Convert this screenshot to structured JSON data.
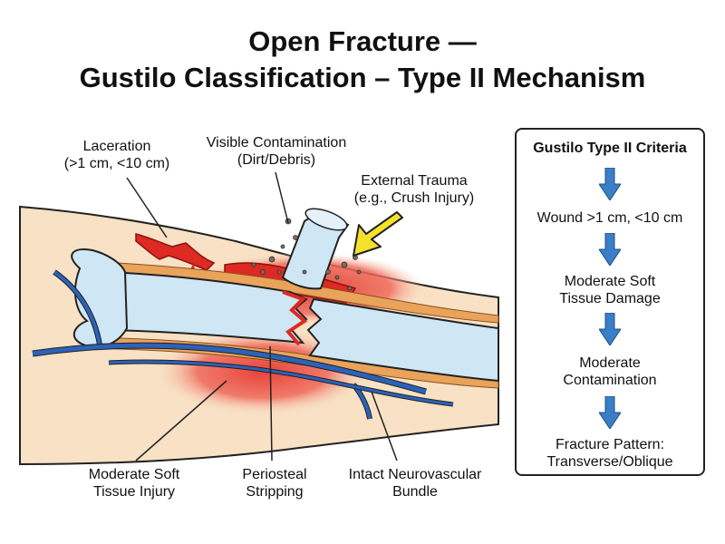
{
  "title": {
    "line1": "Open Fracture —",
    "line2": "Gustilo Classification – Type II Mechanism"
  },
  "labels": {
    "laceration": [
      "Laceration",
      "(>1 cm, <10 cm)"
    ],
    "contamination": [
      "Visible Contamination",
      "(Dirt/Debris)"
    ],
    "trauma": [
      "External Trauma",
      "(e.g., Crush Injury)"
    ],
    "soft_tissue": [
      "Moderate Soft",
      "Tissue Injury"
    ],
    "periosteal": [
      "Periosteal",
      "Stripping"
    ],
    "neurovascular": [
      "Intact Neurovascular",
      "Bundle"
    ]
  },
  "criteria": {
    "title": "Gustilo Type II Criteria",
    "steps": [
      [
        "Wound >1 cm, <10 cm"
      ],
      [
        "Moderate Soft",
        "Tissue Damage"
      ],
      [
        "Moderate",
        "Contamination"
      ],
      [
        "Fracture Pattern:",
        "Transverse/Oblique"
      ]
    ]
  },
  "colors": {
    "skin": "#f8e1c4",
    "bone": "#cfe6f4",
    "blood": "#dd2a22",
    "hematoma": "#f28c7d",
    "vessel": "#2c62b8",
    "periosteum": "#e9a35a",
    "trauma_arrow": "#f5e12c",
    "flow_arrow": "#3a7fc6"
  },
  "icons": {
    "trauma_arrow": "yellow-arrow-icon",
    "flow_arrow": "down-arrow-icon"
  }
}
